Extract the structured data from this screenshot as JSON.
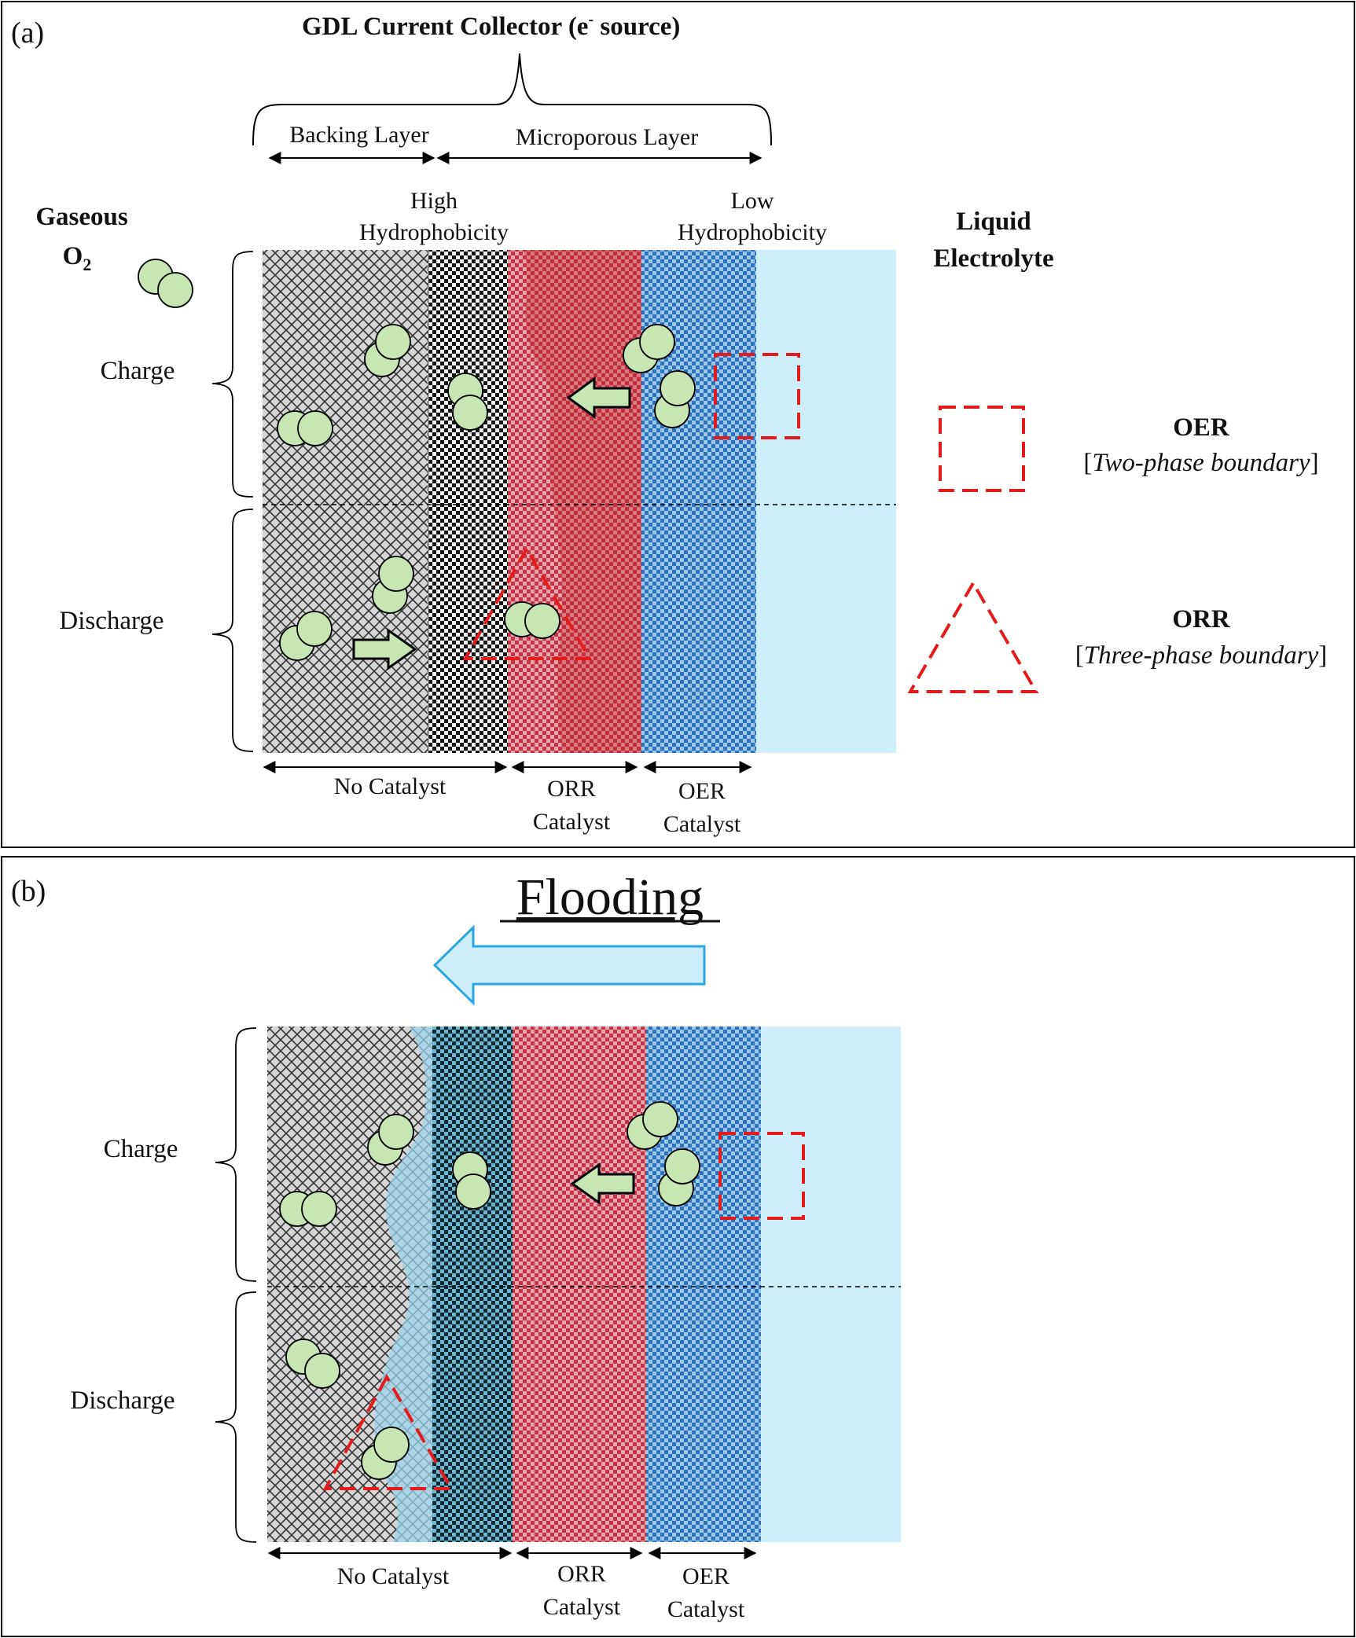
{
  "panel_a": {
    "label": "(a)",
    "header": {
      "title_main": "GDL Current Collector (e",
      "title_sup": "-",
      "title_end": " source)",
      "backing": "Backing Layer",
      "microporous": "Microporous Layer",
      "high_hydro_1": "High",
      "high_hydro_2": "Hydrophobicity",
      "low_hydro_1": "Low",
      "low_hydro_2": "Hydrophobicity"
    },
    "gas_1": "Gaseous",
    "gas_2": "O",
    "gas_sub": "2",
    "liquid_1": "Liquid",
    "liquid_2": "Electrolyte",
    "charge": "Charge",
    "discharge": "Discharge",
    "legend": {
      "oer_title": "OER",
      "oer_desc": "Two-phase boundary",
      "orr_title": "ORR",
      "orr_desc": "Three-phase boundary"
    },
    "bottom": {
      "no_catalyst": "No Catalyst",
      "orr_1": "ORR",
      "orr_2": "Catalyst",
      "oer_1": "OER",
      "oer_2": "Catalyst"
    }
  },
  "panel_b": {
    "label": "(b)",
    "title": "Flooding",
    "charge": "Charge",
    "discharge": "Discharge",
    "bottom": {
      "no_catalyst": "No Catalyst",
      "orr_1": "ORR",
      "orr_2": "Catalyst",
      "oer_1": "OER",
      "oer_2": "Catalyst"
    }
  },
  "colors": {
    "backing_layer": "#d6d6d6",
    "high_hydrophobic": "#1a1a1a",
    "orr_catalyst": "#c94a55",
    "oer_catalyst": "#3d7fc4",
    "electrolyte": "#cdeefa",
    "flood_water": "#9cd3ec",
    "o2_molecule": "#c6e6b4",
    "boundary_red": "#e31b1b",
    "flood_arrow": "#2aa7df"
  }
}
